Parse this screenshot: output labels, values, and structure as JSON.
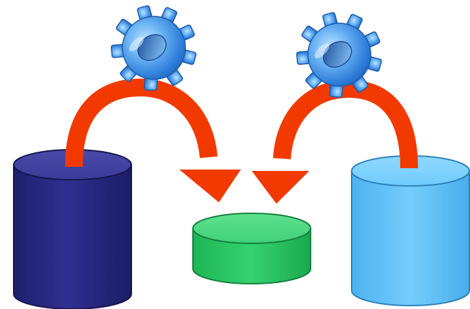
{
  "diagram": {
    "background_color": "#ffffff",
    "description_nodes": [
      {
        "id": "left-database",
        "shape": "cylinder",
        "color": "#2e2e8c",
        "icon": "database-icon"
      },
      {
        "id": "center-database",
        "shape": "cylinder",
        "color": "#2ecc6a",
        "icon": "database-icon"
      },
      {
        "id": "right-database",
        "shape": "cylinder",
        "color": "#62c3f8",
        "icon": "database-icon"
      }
    ],
    "flows": [
      {
        "from": "left-database",
        "to": "center-database",
        "color": "#f23a00",
        "icon": "arrow-icon"
      },
      {
        "from": "right-database",
        "to": "center-database",
        "color": "#f23a00",
        "icon": "arrow-icon"
      }
    ],
    "gears": [
      {
        "id": "left-gear",
        "color": "#3a8fe6",
        "icon": "gear-icon"
      },
      {
        "id": "right-gear",
        "color": "#3a8fe6",
        "icon": "gear-icon"
      }
    ]
  }
}
